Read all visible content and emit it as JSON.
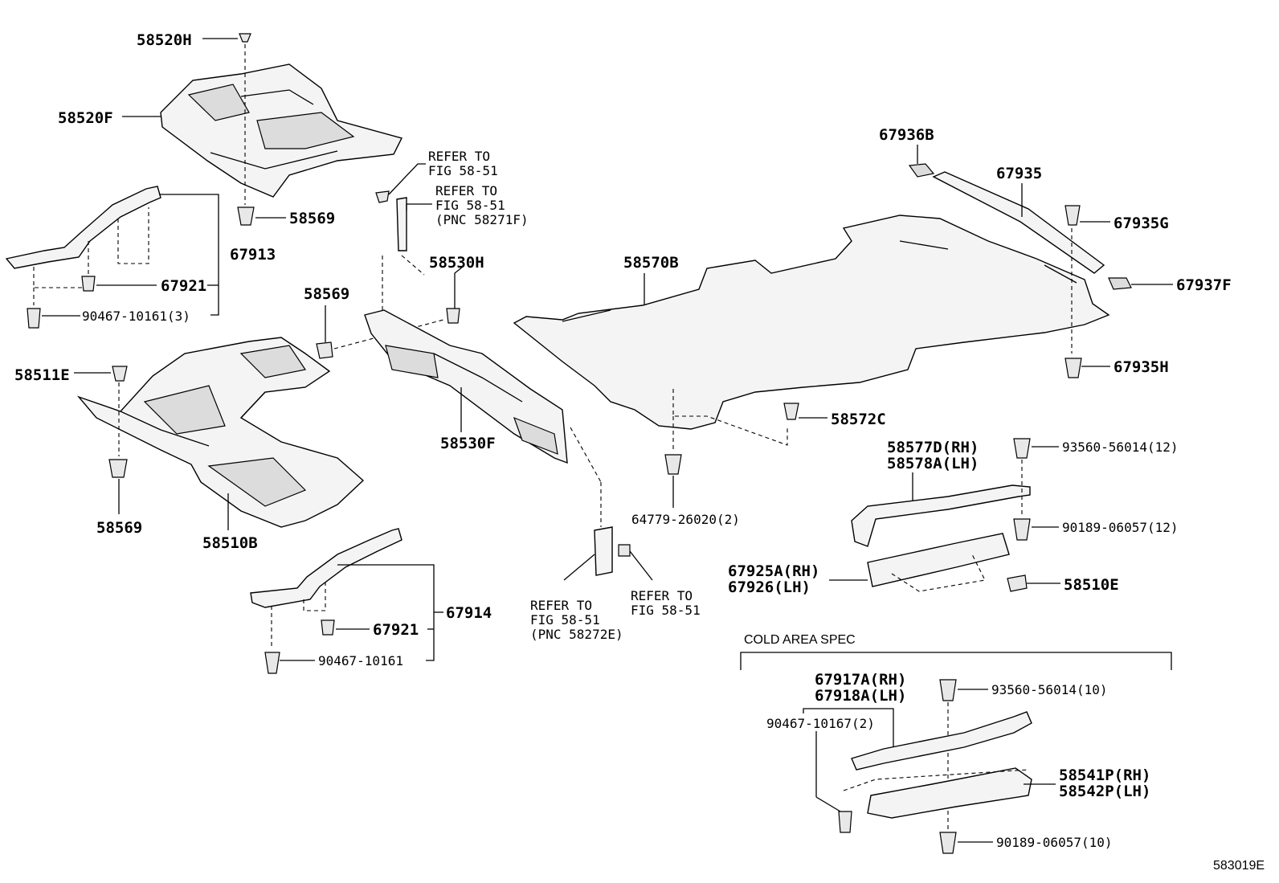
{
  "diagram": {
    "labels": {
      "p58520H": "58520H",
      "p58520F": "58520F",
      "p58569_top": "58569",
      "p67913": "67913",
      "p67921_top": "67921",
      "p90467_10161_3": "90467-10161(3)",
      "refer_1_line1": "REFER TO",
      "refer_1_line2": "FIG 58-51",
      "refer_2_line1": "REFER TO",
      "refer_2_line2": "FIG 58-51",
      "refer_2_line3": "(PNC 58271F)",
      "p58530H": "58530H",
      "p58569_mid": "58569",
      "p58511E": "58511E",
      "p58530F": "58530F",
      "p58569_bot": "58569",
      "p58510B": "58510B",
      "p67914": "67914",
      "p67921_bot": "67921",
      "p90467_10161": "90467-10161",
      "refer_3_line1": "REFER TO",
      "refer_3_line2": "FIG 58-51",
      "refer_3_line3": "(PNC 58272E)",
      "refer_4_line1": "REFER TO",
      "refer_4_line2": "FIG 58-51",
      "p58570B": "58570B",
      "p64779_26020_2": "64779-26020(2)",
      "p58572C": "58572C",
      "p67936B": "67936B",
      "p67935": "67935",
      "p67935G": "67935G",
      "p67937F": "67937F",
      "p67935H": "67935H",
      "p58577D_RH": "58577D(RH)",
      "p58578A_LH": "58578A(LH)",
      "p93560_56014_12": "93560-56014(12)",
      "p90189_06057_12": "90189-06057(12)",
      "p67925A_RH": "67925A(RH)",
      "p67926_LH": "67926(LH)",
      "p58510E": "58510E",
      "cold_area_spec": "COLD AREA SPEC",
      "p67917A_RH": "67917A(RH)",
      "p67918A_LH": "67918A(LH)",
      "p93560_56014_10": "93560-56014(10)",
      "p90467_10167_2": "90467-10167(2)",
      "p58541P_RH": "58541P(RH)",
      "p58542P_LH": "58542P(LH)",
      "p90189_06057_10": "90189-06057(10)",
      "figure_id": "583019E"
    }
  }
}
